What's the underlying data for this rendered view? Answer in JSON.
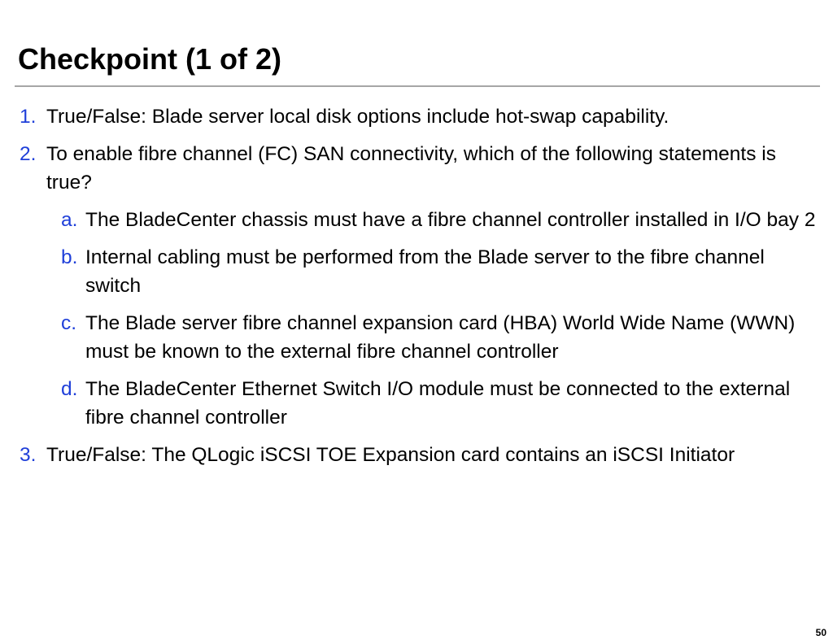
{
  "slide": {
    "title": "Checkpoint (1 of 2)",
    "page_number": "50"
  },
  "questions": [
    {
      "marker": "1.",
      "text": "True/False: Blade server local disk options include hot-swap capability."
    },
    {
      "marker": "2.",
      "text": "To enable fibre channel (FC) SAN connectivity, which of the following statements is true?",
      "options": [
        {
          "marker": "a.",
          "text": "The BladeCenter chassis must have a fibre channel controller installed in I/O bay 2"
        },
        {
          "marker": "b.",
          "text": "Internal cabling must be performed from the Blade server to the fibre channel switch"
        },
        {
          "marker": "c.",
          "text": "The Blade server fibre channel expansion card (HBA) World Wide Name (WWN) must be known to the external fibre channel controller"
        },
        {
          "marker": "d.",
          "text": "The BladeCenter Ethernet Switch I/O module must be connected to the external fibre channel controller"
        }
      ]
    },
    {
      "marker": "3.",
      "text": "True/False: The QLogic iSCSI TOE Expansion card contains an iSCSI Initiator"
    }
  ],
  "colors": {
    "marker": "#1f3fd9",
    "rule": "#a6a6a6",
    "text": "#000000"
  }
}
